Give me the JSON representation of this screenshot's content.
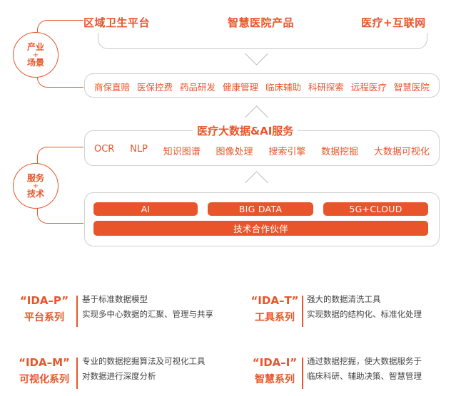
{
  "scenario": {
    "products": [
      "区域卫生平台",
      "智慧医院产品",
      "医疗+互联网"
    ],
    "circle_top": "产业",
    "circle_plus": "+",
    "circle_bottom": "场景",
    "items": [
      "商保直赔",
      "医保控费",
      "药品研发",
      "健康管理",
      "临床辅助",
      "科研探索",
      "远程医疗",
      "智慧医院"
    ]
  },
  "service": {
    "title": "医疗大数据&AI服务",
    "circle_top": "服务",
    "circle_plus": "+",
    "circle_bottom": "技术",
    "items": [
      "OCR",
      "NLP",
      "知识图谱",
      "图像处理",
      "搜索引擎",
      "数据挖掘",
      "大数据可视化"
    ]
  },
  "technology": {
    "bars": [
      "AI",
      "BIG DATA",
      "5G+CLOUD"
    ],
    "partner_bar": "技术合作伙伴"
  },
  "series": [
    {
      "code": "“IDA–P”",
      "name": "平台系列",
      "lines": [
        "基于标准数据模型",
        "实现多中心数据的汇聚、管理与共享"
      ]
    },
    {
      "code": "“IDA–T”",
      "name": "工具系列",
      "lines": [
        "强大的数据清洗工具",
        "实现数据的结构化、标准化处理"
      ]
    },
    {
      "code": "“IDA–M”",
      "name": "可视化系列",
      "lines": [
        "专业的数据挖掘算法及可视化工具",
        "对数据进行深度分析"
      ]
    },
    {
      "code": "“IDA–I”",
      "name": "智慧系列",
      "lines": [
        "通过数据挖掘，使大数据服务于",
        "临床科研、辅助决策、智慧管理"
      ]
    }
  ],
  "colors": {
    "accent": "#e8552a",
    "border": "#cfcfcf",
    "text": "#444444"
  }
}
